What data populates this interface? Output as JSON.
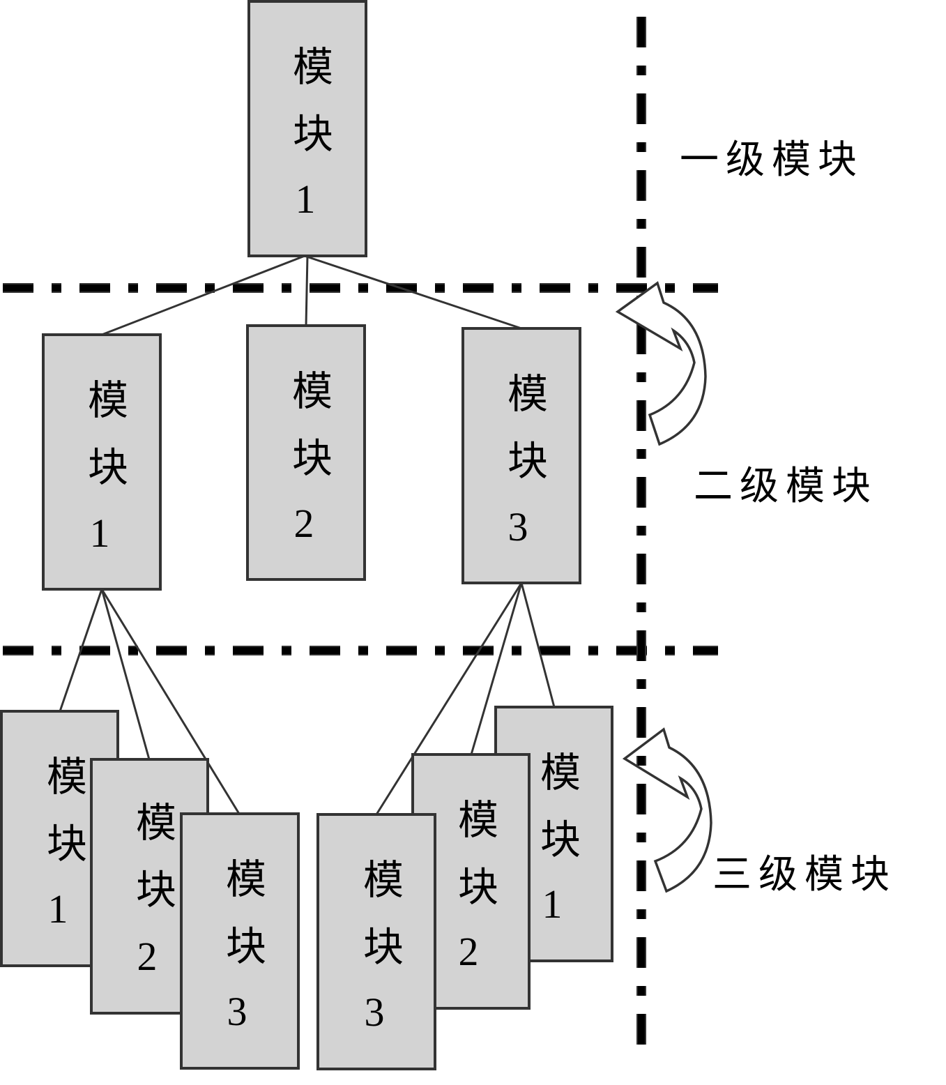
{
  "diagram": {
    "levels": [
      {
        "id": "level-1",
        "label": "一级模块"
      },
      {
        "id": "level-2",
        "label": "二级模块"
      },
      {
        "id": "level-3",
        "label": "三级模块"
      }
    ],
    "modules": {
      "root": {
        "line1": "模",
        "line2": "块",
        "number": "1"
      },
      "level2": [
        {
          "line1": "模",
          "line2": "块",
          "number": "1"
        },
        {
          "line1": "模",
          "line2": "块",
          "number": "2"
        },
        {
          "line1": "模",
          "line2": "块",
          "number": "3"
        }
      ],
      "level3_under_1": [
        {
          "line1": "模",
          "line2": "块",
          "number": "1"
        },
        {
          "line1": "模",
          "line2": "块",
          "number": "2"
        },
        {
          "line1": "模",
          "line2": "块",
          "number": "3"
        }
      ],
      "level3_under_3": [
        {
          "line1": "模",
          "line2": "块",
          "number": "1"
        },
        {
          "line1": "模",
          "line2": "块",
          "number": "2"
        },
        {
          "line1": "模",
          "line2": "块",
          "number": "3"
        }
      ]
    },
    "colors": {
      "box_fill": "#d3d3d3",
      "stroke": "#333333",
      "divider": "#000000",
      "background": "#ffffff"
    }
  }
}
